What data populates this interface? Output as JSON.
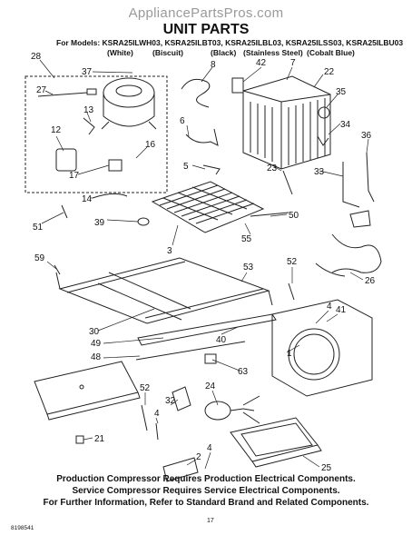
{
  "header": {
    "site": "AppliancePartsPros.com",
    "title": "UNIT PARTS",
    "models_line": "For Models: KSRA25ILWH03, KSRA25ILBT03, KSRA25ILBL03, KSRA25ILSS03, KSRA25ILBU03",
    "finishes": [
      "(White)",
      "(Biscuit)",
      "(Black)",
      "(Stainless Steel)",
      "(Cobalt Blue)"
    ]
  },
  "callouts": [
    "28",
    "37",
    "8",
    "42",
    "7",
    "22",
    "27",
    "13",
    "12",
    "16",
    "17",
    "35",
    "34",
    "6",
    "36",
    "5",
    "23",
    "33",
    "14",
    "51",
    "39",
    "3",
    "50",
    "55",
    "53",
    "59",
    "52",
    "26",
    "30",
    "49",
    "40",
    "4",
    "41",
    "48",
    "1",
    "52",
    "63",
    "32",
    "24",
    "4",
    "21",
    "2",
    "4",
    "25"
  ],
  "notes": [
    "Production Compressor Requires Production Electrical Components.",
    "Service Compressor Requires Service Electrical Components.",
    "For Further Information, Refer to Standard Brand and Related Components."
  ],
  "footer": {
    "doc_number": "8198541",
    "page_number": "17"
  }
}
